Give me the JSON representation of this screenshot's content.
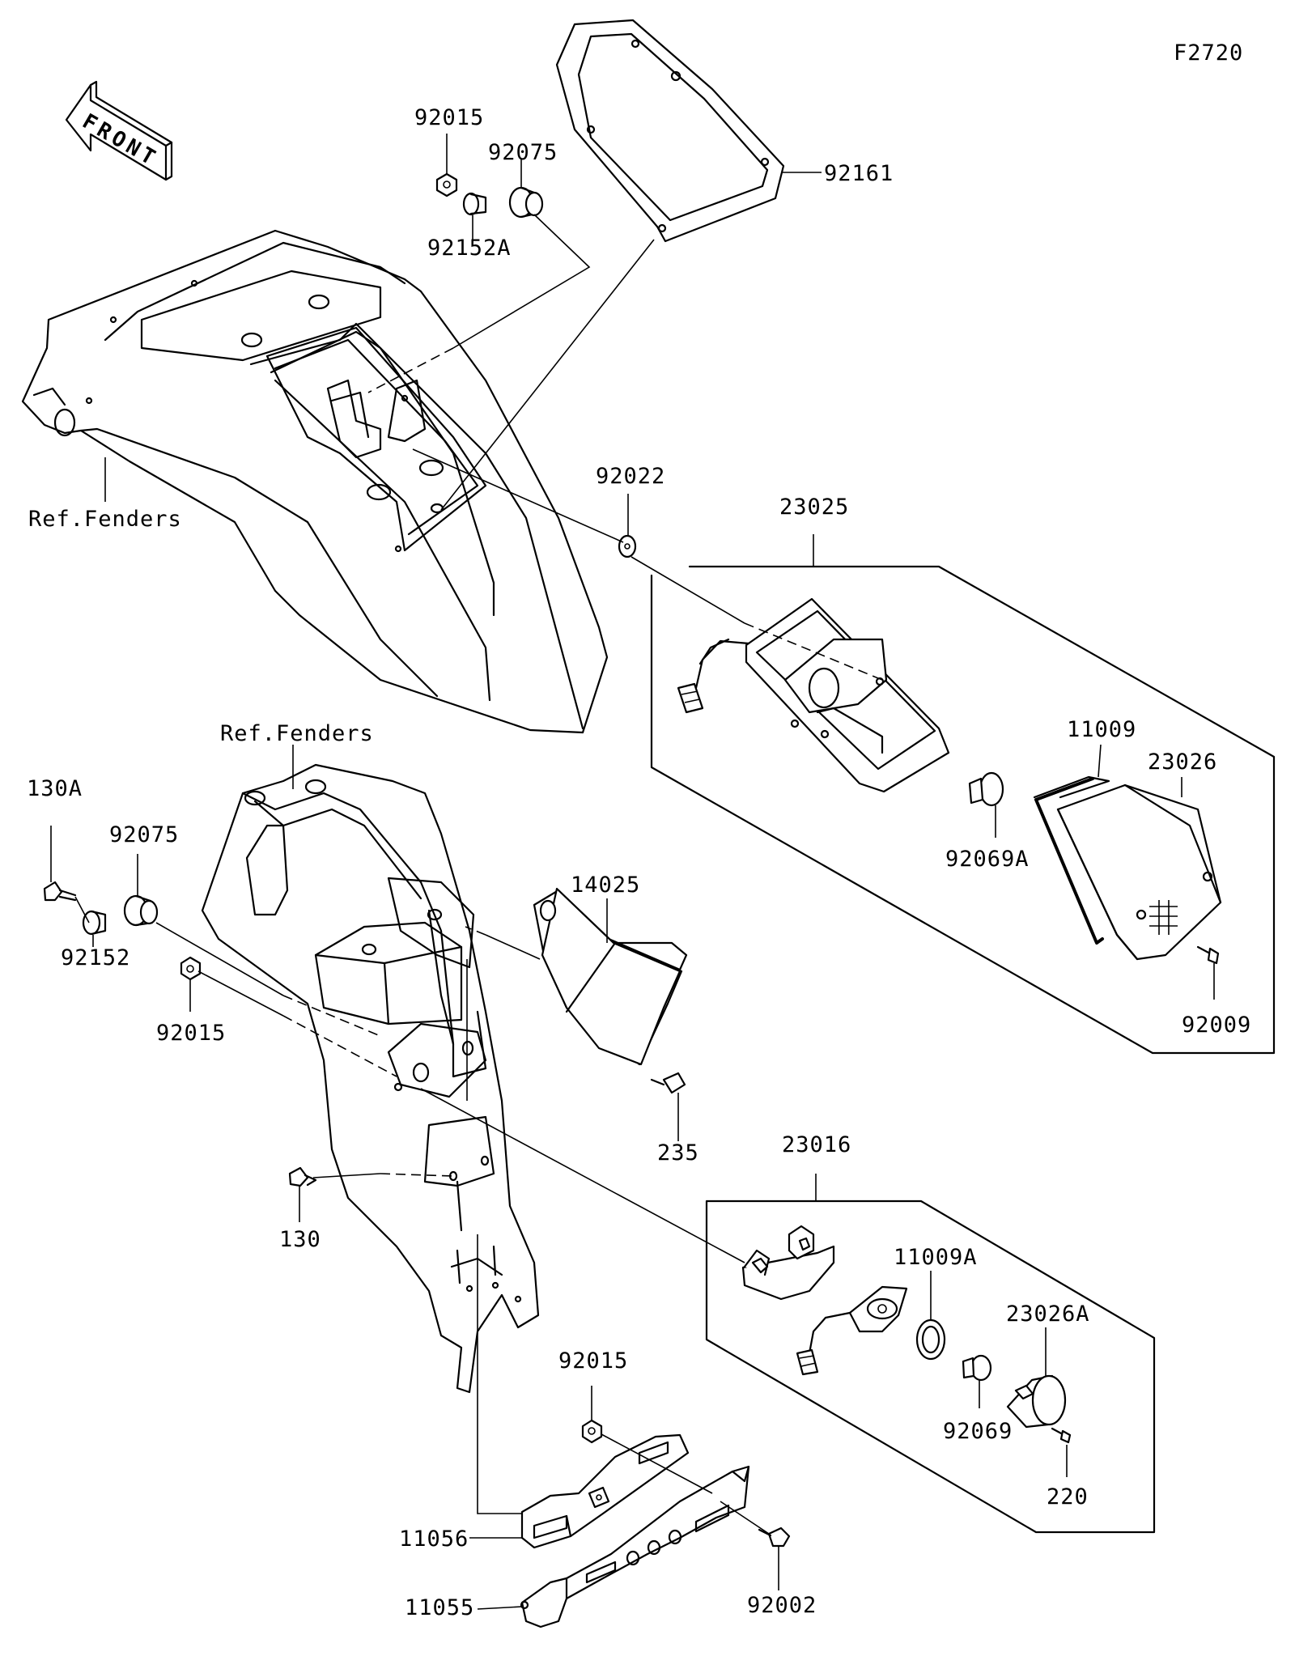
{
  "figure_code": "F2720",
  "front_arrow": {
    "label": "FRONT",
    "icon": "front-direction-arrow-icon"
  },
  "labels": {
    "p92015_top": "92015",
    "p92075_top": "92075",
    "p92152A": "92152A",
    "p92161": "92161",
    "ref_fenders_top": "Ref.Fenders",
    "p92022": "92022",
    "p23025": "23025",
    "ref_fenders_lower": "Ref.Fenders",
    "p130A": "130A",
    "p92075_low": "92075",
    "p92152": "92152",
    "p92015_mid": "92015",
    "p14025": "14025",
    "p11009": "11009",
    "p23026": "23026",
    "p92069A": "92069A",
    "p92009": "92009",
    "p235": "235",
    "p23016": "23016",
    "p130": "130",
    "p11009A": "11009A",
    "p23026A": "23026A",
    "p92069": "92069",
    "p220": "220",
    "p92015_low": "92015",
    "p11056": "11056",
    "p11055": "11055",
    "p92002": "92002"
  }
}
